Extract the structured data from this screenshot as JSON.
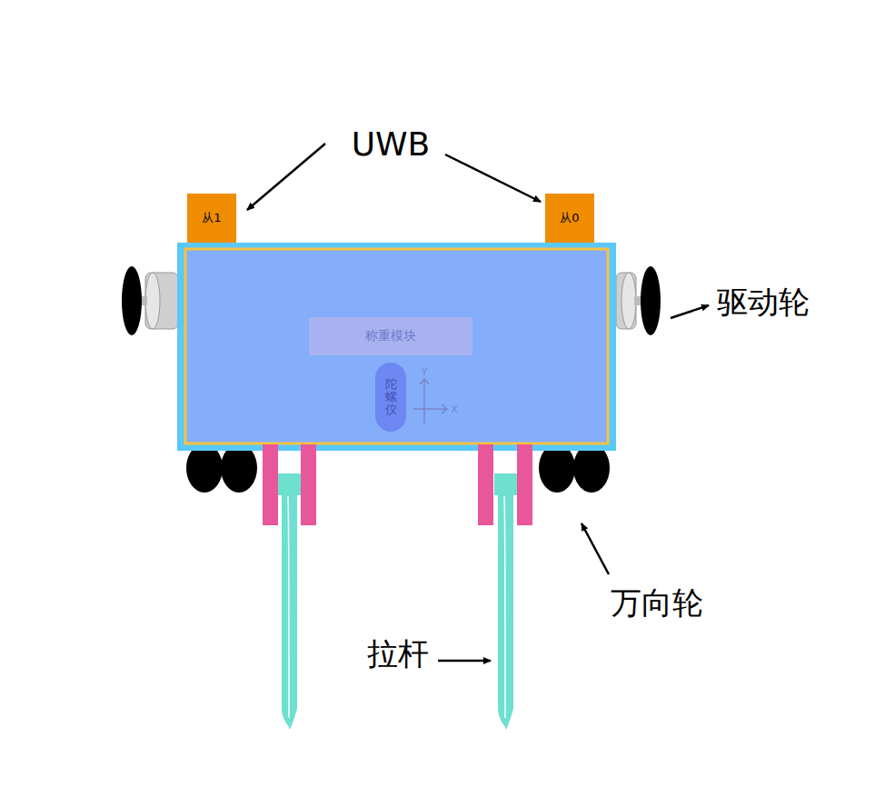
{
  "diagram": {
    "nodes": [
      {
        "text": [
          "从1"
        ]
      },
      {
        "text": [
          "从0"
        ]
      },
      {
        "text": [
          "称重模块"
        ]
      },
      {
        "text": [
          "陀螺仪"
        ]
      }
    ],
    "labels": [
      "UWB",
      "驱动轮",
      "万向轮",
      "拉杆",
      "Y",
      "X"
    ]
  }
}
